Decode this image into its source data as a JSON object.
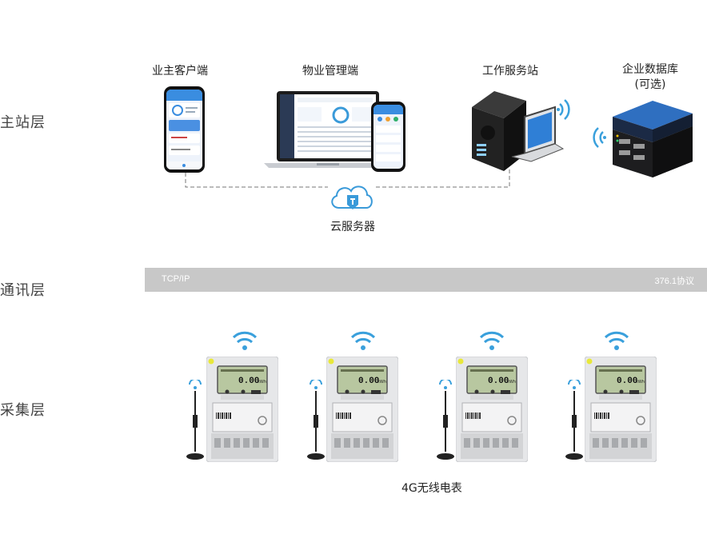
{
  "layers": {
    "master": "主站层",
    "comm": "通讯层",
    "collect": "采集层"
  },
  "nodes": {
    "owner_client": "业主客户端",
    "property_client": "物业管理端",
    "work_station": "工作服务站",
    "enterprise_db_line1": "企业数据库",
    "enterprise_db_line2": "(可选)",
    "cloud_server": "云服务器",
    "meters": "4G无线电表"
  },
  "comm_bar": {
    "left": "TCP/IP",
    "right": "376.1协议"
  },
  "meter_display": {
    "reading": "0.00",
    "unit": "kWh"
  },
  "colors": {
    "accent": "#3a9ad9",
    "bar": "#c8c8c8",
    "wifi": "#3aa0dc",
    "db_top": "#2f6fc0"
  }
}
